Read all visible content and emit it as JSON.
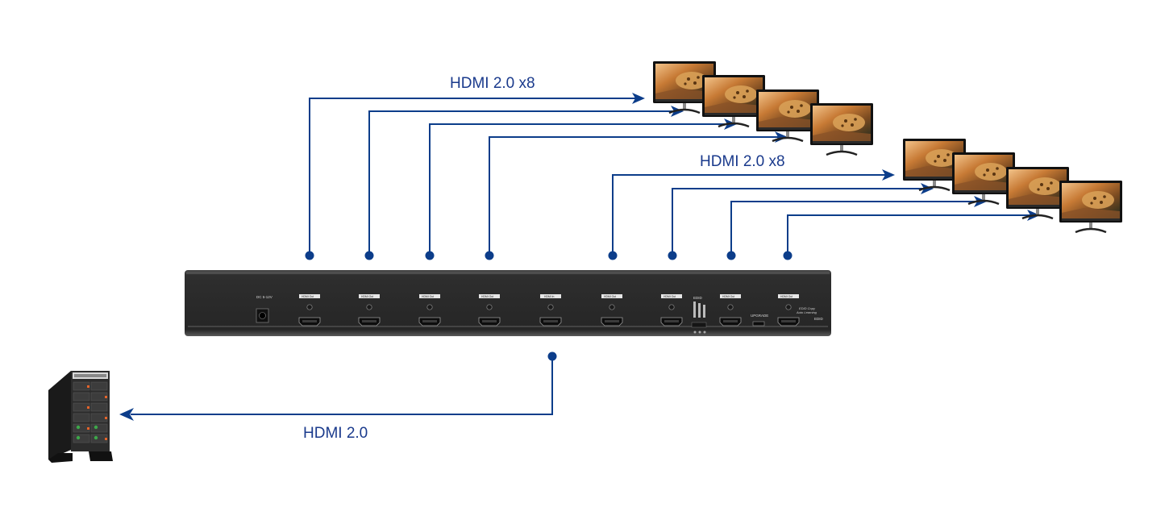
{
  "labels": {
    "top_group": "HDMI 2.0 x8",
    "right_group": "HDMI 2.0 x8",
    "source": "HDMI 2.0"
  },
  "device": {
    "dc_label": "DC 5-12V",
    "port_labels": [
      "HDMI Out",
      "HDMI Out",
      "HDMI Out",
      "HDMI Out",
      "HDMI In",
      "HDMI Out",
      "HDMI Out",
      "HDMI Out",
      "HDMI Out"
    ],
    "edid_label": "EDID",
    "upgrade_label": "UPGRADE",
    "edid_copy": "EDID Copy",
    "auto_learning": "Auto Learning",
    "right_mark": "EDID"
  },
  "colors": {
    "line": "#0c3d8a",
    "label": "#1a3a8c",
    "device": "#2a2a2a"
  },
  "icons": [
    "monitor-icon",
    "tower-server-icon",
    "arrow-head-icon",
    "hdmi-port-icon"
  ]
}
